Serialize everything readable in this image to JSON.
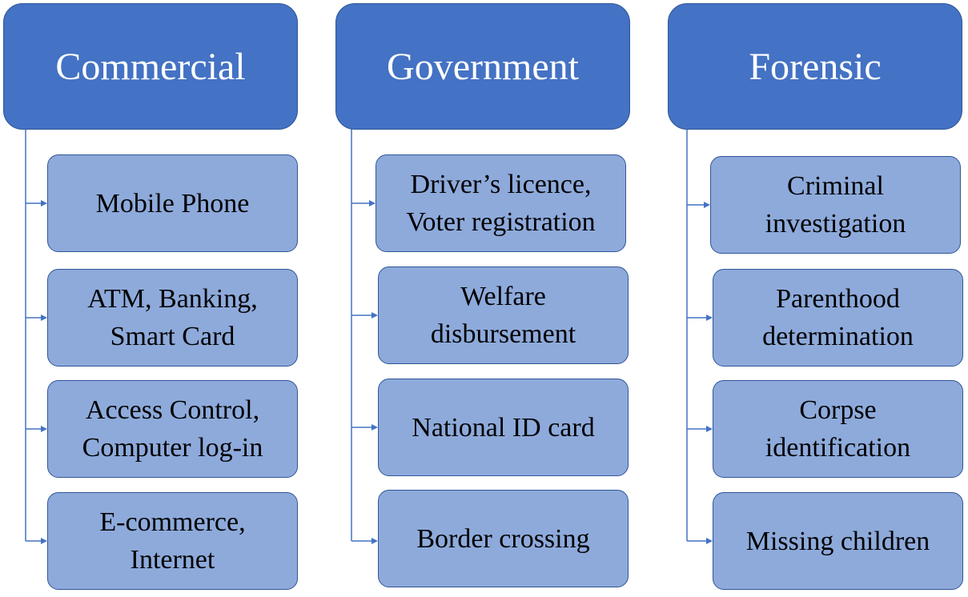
{
  "colors": {
    "header_fill": "#4472c4",
    "item_fill": "#8eaadb",
    "border": "#2f5597",
    "connector": "#4472c4"
  },
  "columns": [
    {
      "title": "Commercial",
      "items": [
        {
          "lines": [
            "Mobile Phone"
          ]
        },
        {
          "lines": [
            "ATM, Banking,",
            "Smart Card"
          ]
        },
        {
          "lines": [
            "Access Control,",
            "Computer log-in"
          ]
        },
        {
          "lines": [
            "E-commerce,",
            "Internet"
          ]
        }
      ]
    },
    {
      "title": "Government",
      "items": [
        {
          "lines": [
            "Driver’s licence,",
            "Voter registration"
          ]
        },
        {
          "lines": [
            "Welfare",
            "disbursement"
          ]
        },
        {
          "lines": [
            "National ID card"
          ]
        },
        {
          "lines": [
            "Border crossing"
          ]
        }
      ]
    },
    {
      "title": "Forensic",
      "items": [
        {
          "lines": [
            "Criminal",
            "investigation"
          ]
        },
        {
          "lines": [
            "Parenthood",
            "determination"
          ]
        },
        {
          "lines": [
            "Corpse",
            "identification"
          ]
        },
        {
          "lines": [
            "Missing children"
          ]
        }
      ]
    }
  ]
}
